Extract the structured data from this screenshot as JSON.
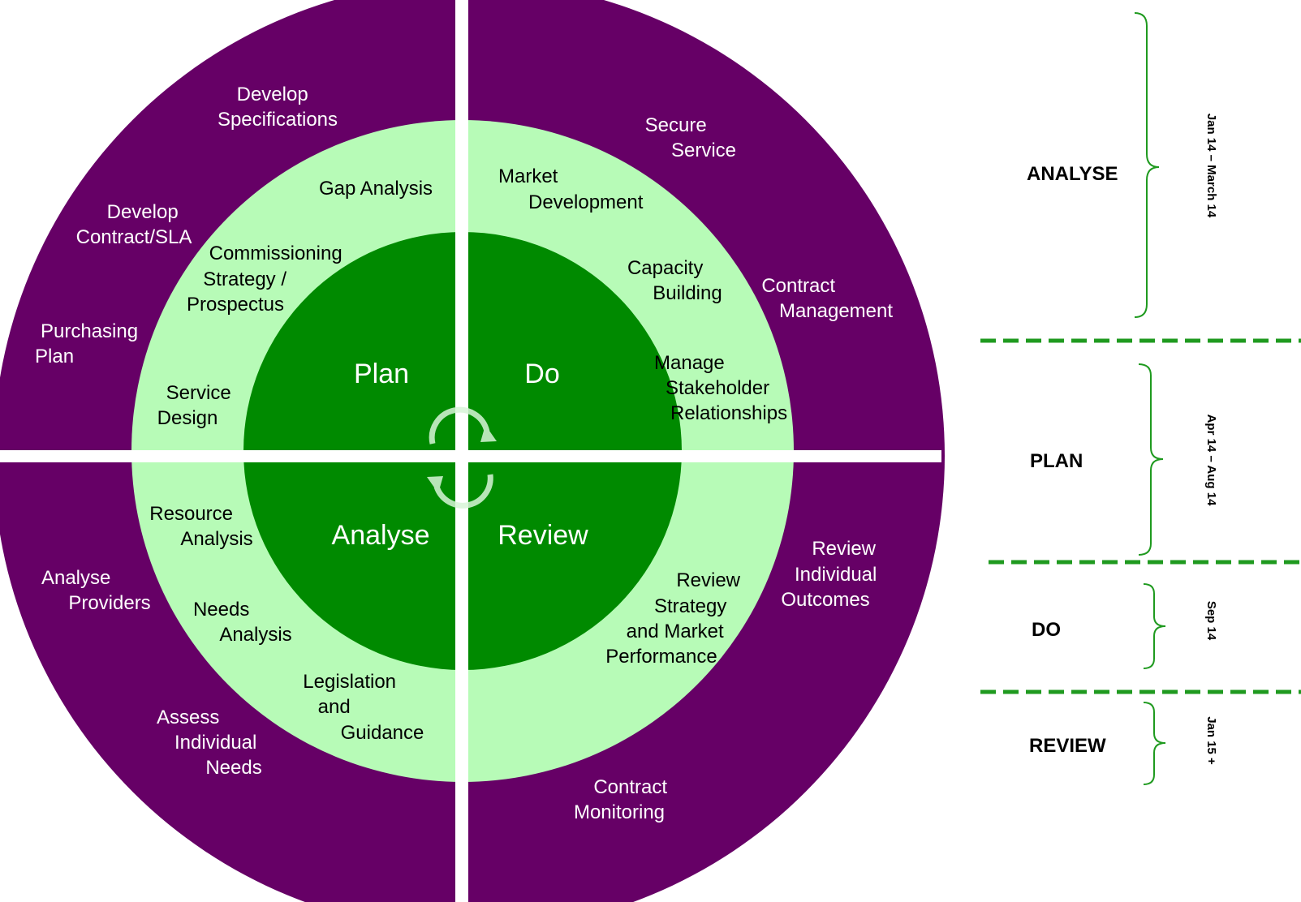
{
  "colors": {
    "outer_ring": "#660066",
    "middle_ring": "#b7fbb7",
    "core": "#008a00",
    "divider": "#ffffff",
    "timeline_dash": "#1f9a1f",
    "brace": "#1f9a1f"
  },
  "quadrants": {
    "plan": {
      "core_label": "Plan",
      "middle_items": [
        [
          "Gap Analysis"
        ],
        [
          "Commissioning",
          "Strategy /",
          "Prospectus"
        ],
        [
          "Service",
          "Design"
        ]
      ],
      "outer_items": [
        [
          "Develop",
          "Specifications"
        ],
        [
          "Develop",
          "Contract/SLA"
        ],
        [
          "Purchasing",
          "Plan"
        ]
      ]
    },
    "do": {
      "core_label": "Do",
      "middle_items": [
        [
          "Market",
          "Development"
        ],
        [
          "Capacity",
          "Building"
        ],
        [
          "Manage",
          "Stakeholder",
          "Relationships"
        ]
      ],
      "outer_items": [
        [
          "Secure",
          "Service"
        ],
        [
          "Contract",
          "Management"
        ]
      ]
    },
    "analyse": {
      "core_label": "Analyse",
      "middle_items": [
        [
          "Resource",
          "Analysis"
        ],
        [
          "Needs",
          "Analysis"
        ],
        [
          "Legislation",
          "and",
          "Guidance"
        ]
      ],
      "outer_items": [
        [
          "Analyse",
          "Providers"
        ],
        [
          "Assess",
          "Individual",
          "Needs"
        ]
      ]
    },
    "review": {
      "core_label": "Review",
      "middle_items": [
        [
          "Review",
          "Strategy",
          "and Market",
          "Performance"
        ]
      ],
      "outer_items": [
        [
          "Review",
          "Individual",
          "Outcomes"
        ],
        [
          "Contract",
          "Monitoring"
        ]
      ]
    }
  },
  "center_icon": "cycle-arrows-icon",
  "timeline": [
    {
      "phase": "ANALYSE",
      "dates": "Jan 14 – March 14"
    },
    {
      "phase": "PLAN",
      "dates": "Apr 14 – Aug 14"
    },
    {
      "phase": "DO",
      "dates": "Sep 14"
    },
    {
      "phase": "REVIEW",
      "dates": "Jan 15 +"
    }
  ]
}
